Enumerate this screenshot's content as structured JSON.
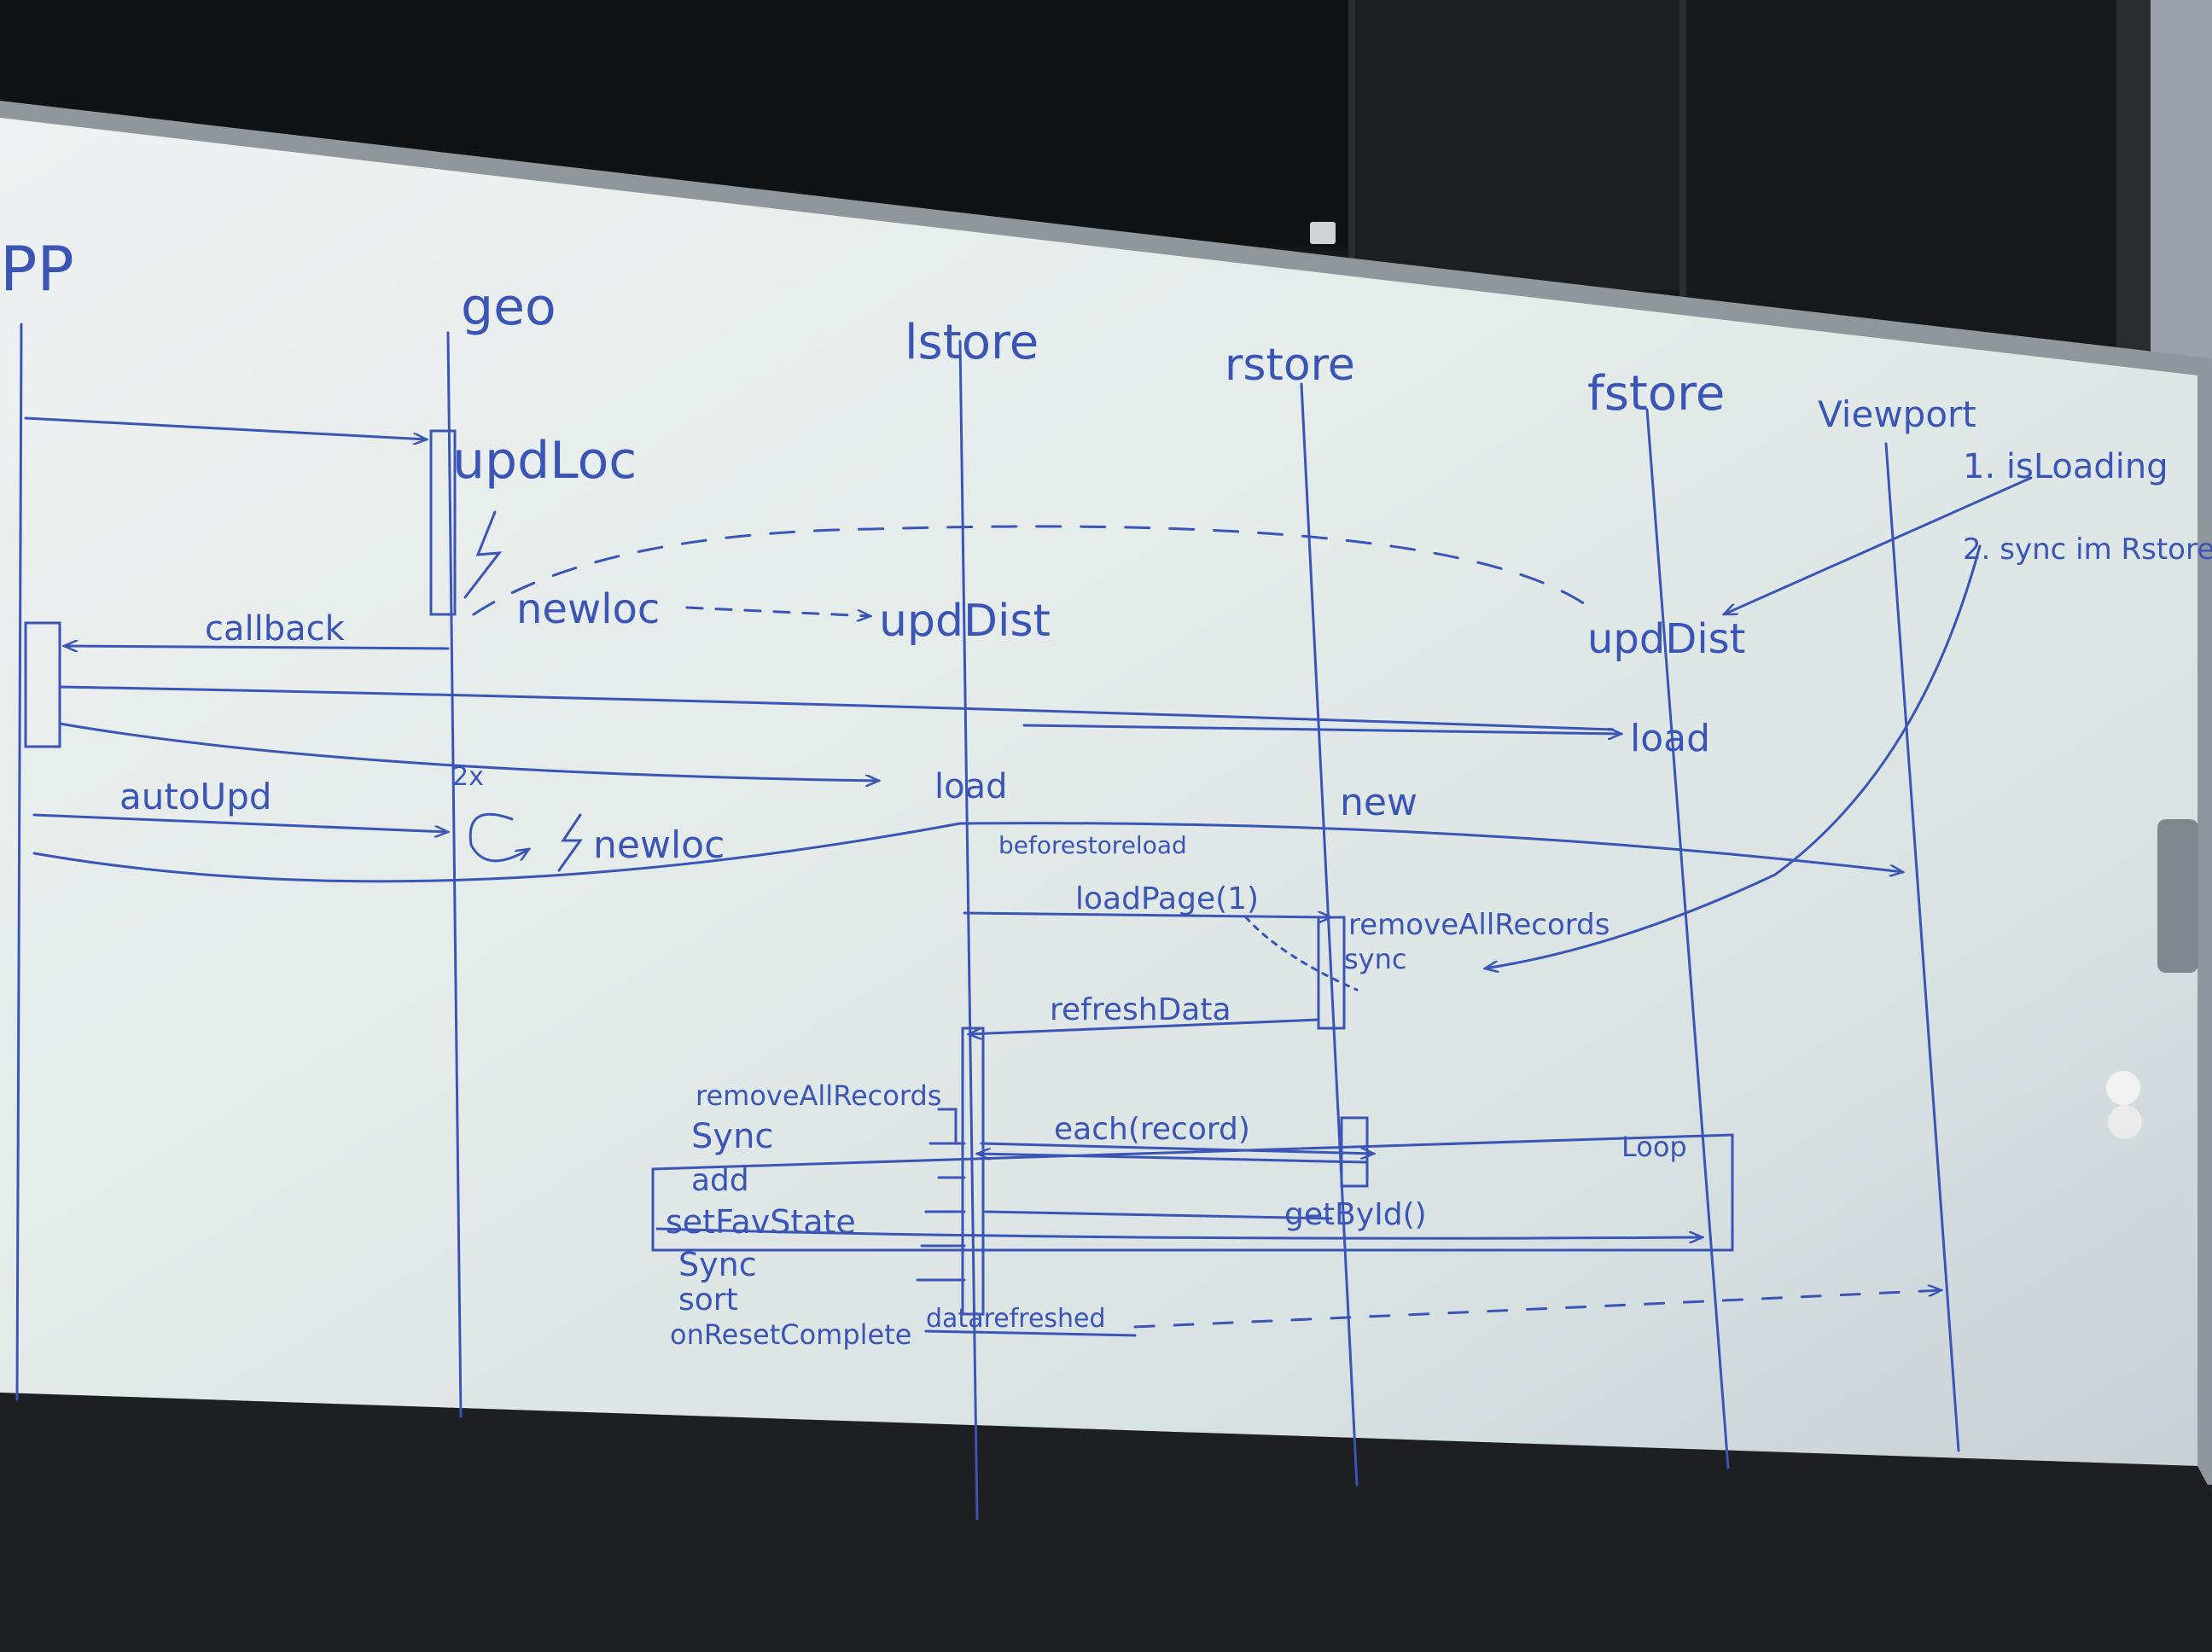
{
  "photo": {
    "subject": "whiteboard sequence diagram",
    "ink_color": "#3a55b5",
    "board_color": "#dfe6e6"
  },
  "lifelines": {
    "app": "PP",
    "geo": "geo",
    "lstore": "lstore",
    "rstore": "rstore",
    "fstore": "fstore",
    "viewport": "Viewport"
  },
  "notes": {
    "n1": "1. isLoading",
    "n2": "2. sync im Rstore"
  },
  "messages": {
    "updLoc": "updLoc",
    "newloc1": "newloc",
    "updDist1": "updDist",
    "updDist2": "updDist",
    "callback": "callback",
    "load1": "load",
    "load2": "load",
    "autoUpd": "autoUpd",
    "twox": "2x",
    "newloc2": "newloc",
    "new": "new",
    "beforeStoreLoad": "beforestoreload",
    "loadPage": "loadPage(1)",
    "removeAllRecords1": "removeAllRecords",
    "sync1": "sync",
    "refreshData": "refreshData",
    "removeAllRecords2": "removeAllRecords",
    "sync2": "Sync",
    "add": "add",
    "setFavState": "setFavState",
    "eachRecord": "each(record)",
    "getById": "getById()",
    "loop": "Loop",
    "sync3": "Sync",
    "sort": "sort",
    "onResetComplete": "onResetComplete",
    "datarefreshed": "datarefreshed"
  }
}
